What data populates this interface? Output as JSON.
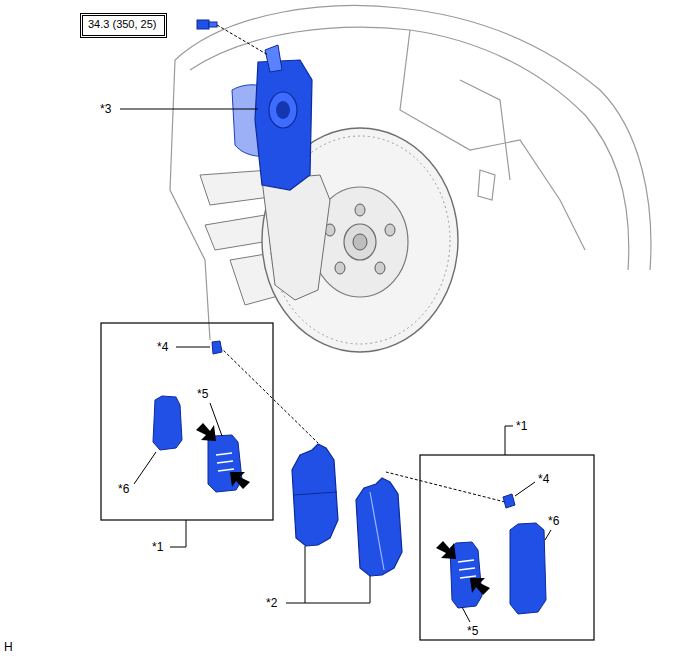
{
  "diagram": {
    "nodes": [
      {
        "text": [
          "34.3 (350, 25)"
        ]
      }
    ],
    "labels": [
      "*3",
      "*4",
      "*5",
      "*6",
      "*1",
      "*2",
      "*1",
      "*4",
      "*5",
      "*6",
      "H"
    ]
  }
}
